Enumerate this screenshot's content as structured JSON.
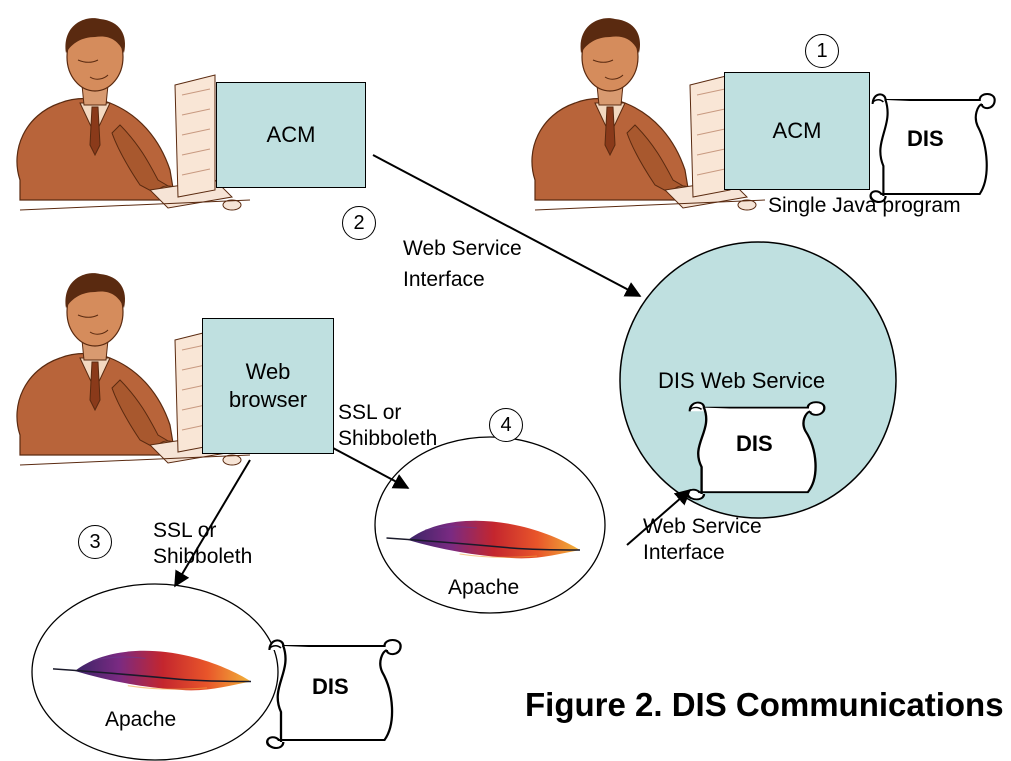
{
  "users": {
    "top_left": {
      "app_label": "ACM"
    },
    "top_right": {
      "app_label": "ACM",
      "document_label": "DIS",
      "note": "Single Java program",
      "step": "1"
    },
    "middle_left": {
      "app_label_line1": "Web",
      "app_label_line2": "browser"
    }
  },
  "steps": {
    "two": "2",
    "three": "3",
    "four": "4"
  },
  "connections": {
    "acm_to_service": {
      "line1": "Web Service",
      "line2": "Interface"
    },
    "browser_to_apache_right": {
      "line1": "SSL or",
      "line2": "Shibboleth"
    },
    "browser_to_apache_left": {
      "line1": "SSL or",
      "line2": "Shibboleth"
    },
    "apache_to_service": {
      "line1": "Web Service",
      "line2": "Interface"
    }
  },
  "service": {
    "label": "DIS Web Service",
    "document_label": "DIS"
  },
  "apache_right": {
    "label": "Apache"
  },
  "apache_left": {
    "label": "Apache",
    "document_label": "DIS"
  },
  "caption": "Figure 2. DIS Communications",
  "colors": {
    "box_fill": "#bfe0e0",
    "circle_fill": "#bfe0e0",
    "line": "#000000"
  }
}
